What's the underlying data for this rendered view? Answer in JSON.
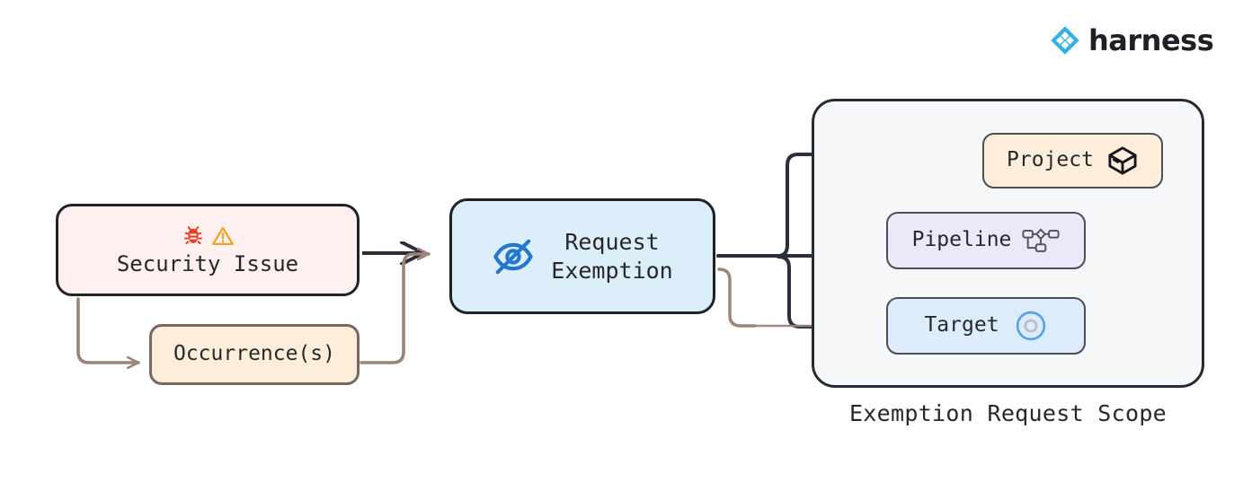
{
  "brand": {
    "name": "harness",
    "logo_icon": "harness-diamond-logo",
    "logo_color": "#32b0e8",
    "text_color": "#1d2026"
  },
  "diagram": {
    "type": "flowchart",
    "direction": "left-to-right",
    "nodes": [
      {
        "id": "security",
        "label": "Security Issue",
        "icons": [
          "bug-icon",
          "warning-triangle-icon"
        ],
        "fill": "#fdf0ee",
        "stroke": "#1f2227"
      },
      {
        "id": "occurrence",
        "label": "Occurrence(s)",
        "icons": [],
        "fill": "#fdeedb",
        "stroke": "#7a675f"
      },
      {
        "id": "request",
        "label": "Request\nExemption",
        "icons": [
          "eye-slash-icon"
        ],
        "fill": "#ddeefb",
        "stroke": "#1f2227"
      },
      {
        "id": "project",
        "label": "Project",
        "icons": [
          "box-cube-icon"
        ],
        "fill": "#fdeedb",
        "stroke": "#4a4f57"
      },
      {
        "id": "pipeline",
        "label": "Pipeline",
        "icons": [
          "pipeline-nodes-icon"
        ],
        "fill": "#ece7f9",
        "stroke": "#4a4f57"
      },
      {
        "id": "target",
        "label": "Target",
        "icons": [
          "target-circle-icon"
        ],
        "fill": "#dcecfa",
        "stroke": "#4a4f57"
      }
    ],
    "group": {
      "id": "exemption-scope",
      "label": "Exemption Request Scope",
      "fill": "#f5f7f9",
      "stroke": "#262b33",
      "members": [
        "project",
        "pipeline",
        "target"
      ]
    },
    "edges": [
      {
        "from": "security",
        "to": "request",
        "color": "#2b3038"
      },
      {
        "from": "security",
        "to": "occurrence",
        "color": "#9d8379"
      },
      {
        "from": "occurrence",
        "to": "request",
        "color": "#9d8379"
      },
      {
        "from": "request",
        "to": "project",
        "color": "#2b3038"
      },
      {
        "from": "request",
        "to": "pipeline",
        "color": "#2b3038"
      },
      {
        "from": "request",
        "to": "target",
        "color": "#2b3038"
      },
      {
        "from": "project",
        "to": "pipeline",
        "color": "#2b3038"
      },
      {
        "from": "project",
        "to": "target",
        "color": "#2b3038"
      }
    ]
  },
  "colors": {
    "edge_dark": "#2b3038",
    "edge_tan": "#9d8379",
    "bug": "#e8402a",
    "warning": "#f0a52e",
    "eye_slash": "#2278cd",
    "target_ring": "#55a4e8",
    "target_inner": "#b9bec6",
    "pipeline_icon": "#55575f",
    "box_icon": "#14161a"
  }
}
